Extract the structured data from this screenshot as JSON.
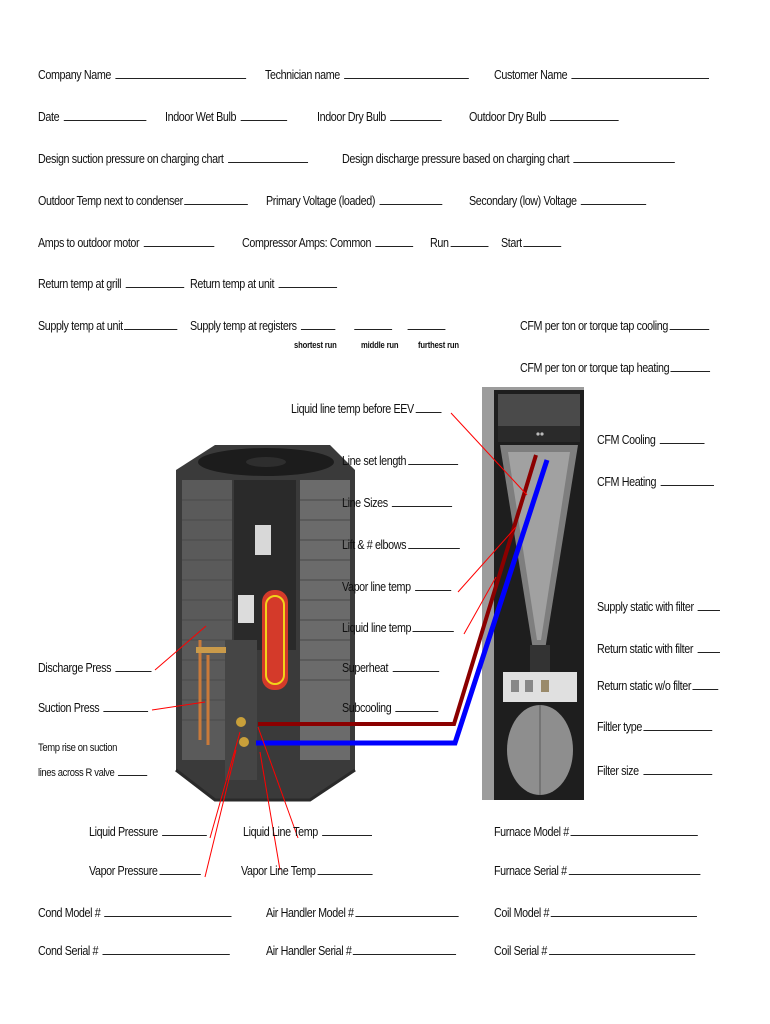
{
  "header_fields": {
    "company_name": "Company Name",
    "technician_name": "Technician name",
    "customer_name": "Customer Name",
    "date": "Date",
    "indoor_wet_bulb": "Indoor Wet Bulb",
    "indoor_dry_bulb": "Indoor Dry Bulb",
    "outdoor_dry_bulb": "Outdoor Dry Bulb",
    "design_suction": "Design suction pressure on charging chart",
    "design_discharge": "Design discharge pressure based on charging chart",
    "outdoor_temp": "Outdoor Temp next to condenser",
    "primary_voltage": "Primary Voltage (loaded)",
    "secondary_voltage": "Secondary (low) Voltage",
    "amps_outdoor_motor": "Amps to outdoor motor",
    "compressor_amps": "Compressor Amps:  Common",
    "run": "Run",
    "start": "Start",
    "return_grill": "Return temp at grill",
    "return_unit": "Return temp at unit",
    "supply_unit": "Supply temp at unit",
    "supply_registers": "Supply temp at registers",
    "cfm_cooling_tap": "CFM per ton or torque tap cooling",
    "cfm_heating_tap": "CFM per ton or torque tap heating"
  },
  "register_sublabels": [
    "shortest run",
    "middle run",
    "furthest run"
  ],
  "diagram_labels": {
    "liquid_before_eev": "Liquid line temp before EEV",
    "line_set_length": "Line set length",
    "line_sizes": "Line Sizes",
    "lift_elbows": "Lift & # elbows",
    "vapor_line_temp": "Vapor line temp",
    "liquid_line_temp": "Liquid line temp",
    "superheat": "Superheat",
    "subcooling": "Subcooling",
    "discharge_press": "Discharge Press",
    "suction_press": "Suction Press",
    "temp_rise_1": "Temp rise on suction",
    "temp_rise_2": "lines across  R valve",
    "cfm_cooling": "CFM Cooling",
    "cfm_heating": "CFM Heating",
    "supply_static": "Supply static with filter",
    "return_static_with": "Return static with filter",
    "return_static_without": "Return static w/o filter",
    "filter_type": "Filtler type",
    "filter_size": "Filter size"
  },
  "lower_fields": {
    "liquid_pressure": "Liquid Pressure",
    "liquid_line_temp": "Liquid Line Temp",
    "furnace_model": "Furnace Model #",
    "vapor_pressure": "Vapor Pressure",
    "vapor_line_temp": "Vapor Line Temp",
    "furnace_serial": "Furnace Serial #",
    "cond_model": "Cond Model #",
    "air_handler_model": "Air Handler Model #",
    "coil_model": "Coil Model #",
    "cond_serial": "Cond Serial #",
    "air_handler_serial": "Air Handler Serial #",
    "coil_serial": "Coil Serial #"
  },
  "colors": {
    "liquid_line": "#8b0000",
    "vapor_line": "#0000ff",
    "pointer": "#ff0000"
  }
}
